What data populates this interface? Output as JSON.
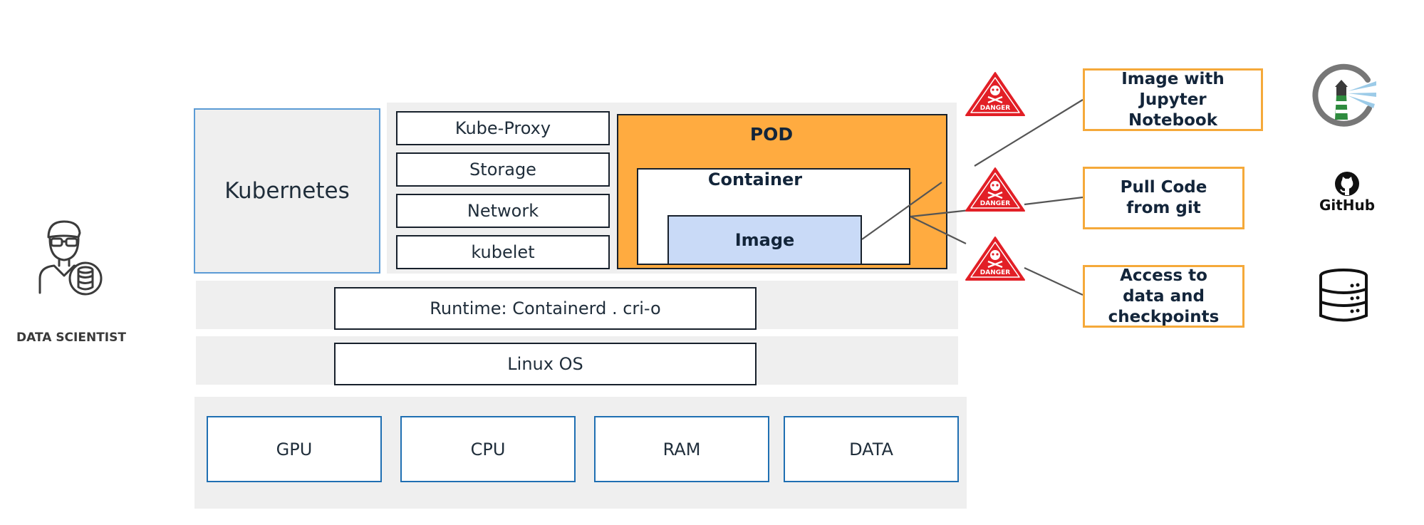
{
  "persona": {
    "label": "DATA SCIENTIST",
    "icon": "data-scientist-icon"
  },
  "kubernetes": {
    "label": "Kubernetes"
  },
  "components": [
    "Kube-Proxy",
    "Storage",
    "Network",
    "kubelet"
  ],
  "pod": {
    "label": "POD",
    "container": "Container",
    "image": "Image"
  },
  "runtime": {
    "label": "Runtime: Containerd . cri-o"
  },
  "os": {
    "label": "Linux OS"
  },
  "hardware": [
    "GPU",
    "CPU",
    "RAM",
    "DATA"
  ],
  "warning_sign": {
    "text": "DANGER",
    "icon": "danger-sign-icon"
  },
  "callouts": [
    {
      "line1": "Image with",
      "line2": "Jupyter",
      "line3": "Notebook"
    },
    {
      "line1": "Pull Code",
      "line2": "from git"
    },
    {
      "line1": "Access to",
      "line2": "data and",
      "line3": "checkpoints"
    }
  ],
  "logos": {
    "github_text": "GitHub",
    "lighthouse": "lighthouse-logo-icon",
    "database": "database-icon"
  },
  "colors": {
    "pod": "#ffab40",
    "image": "#c9daf7",
    "callout_border": "#f5a93a",
    "hardware_border": "#1f6fb2",
    "danger": "#e21f26"
  }
}
